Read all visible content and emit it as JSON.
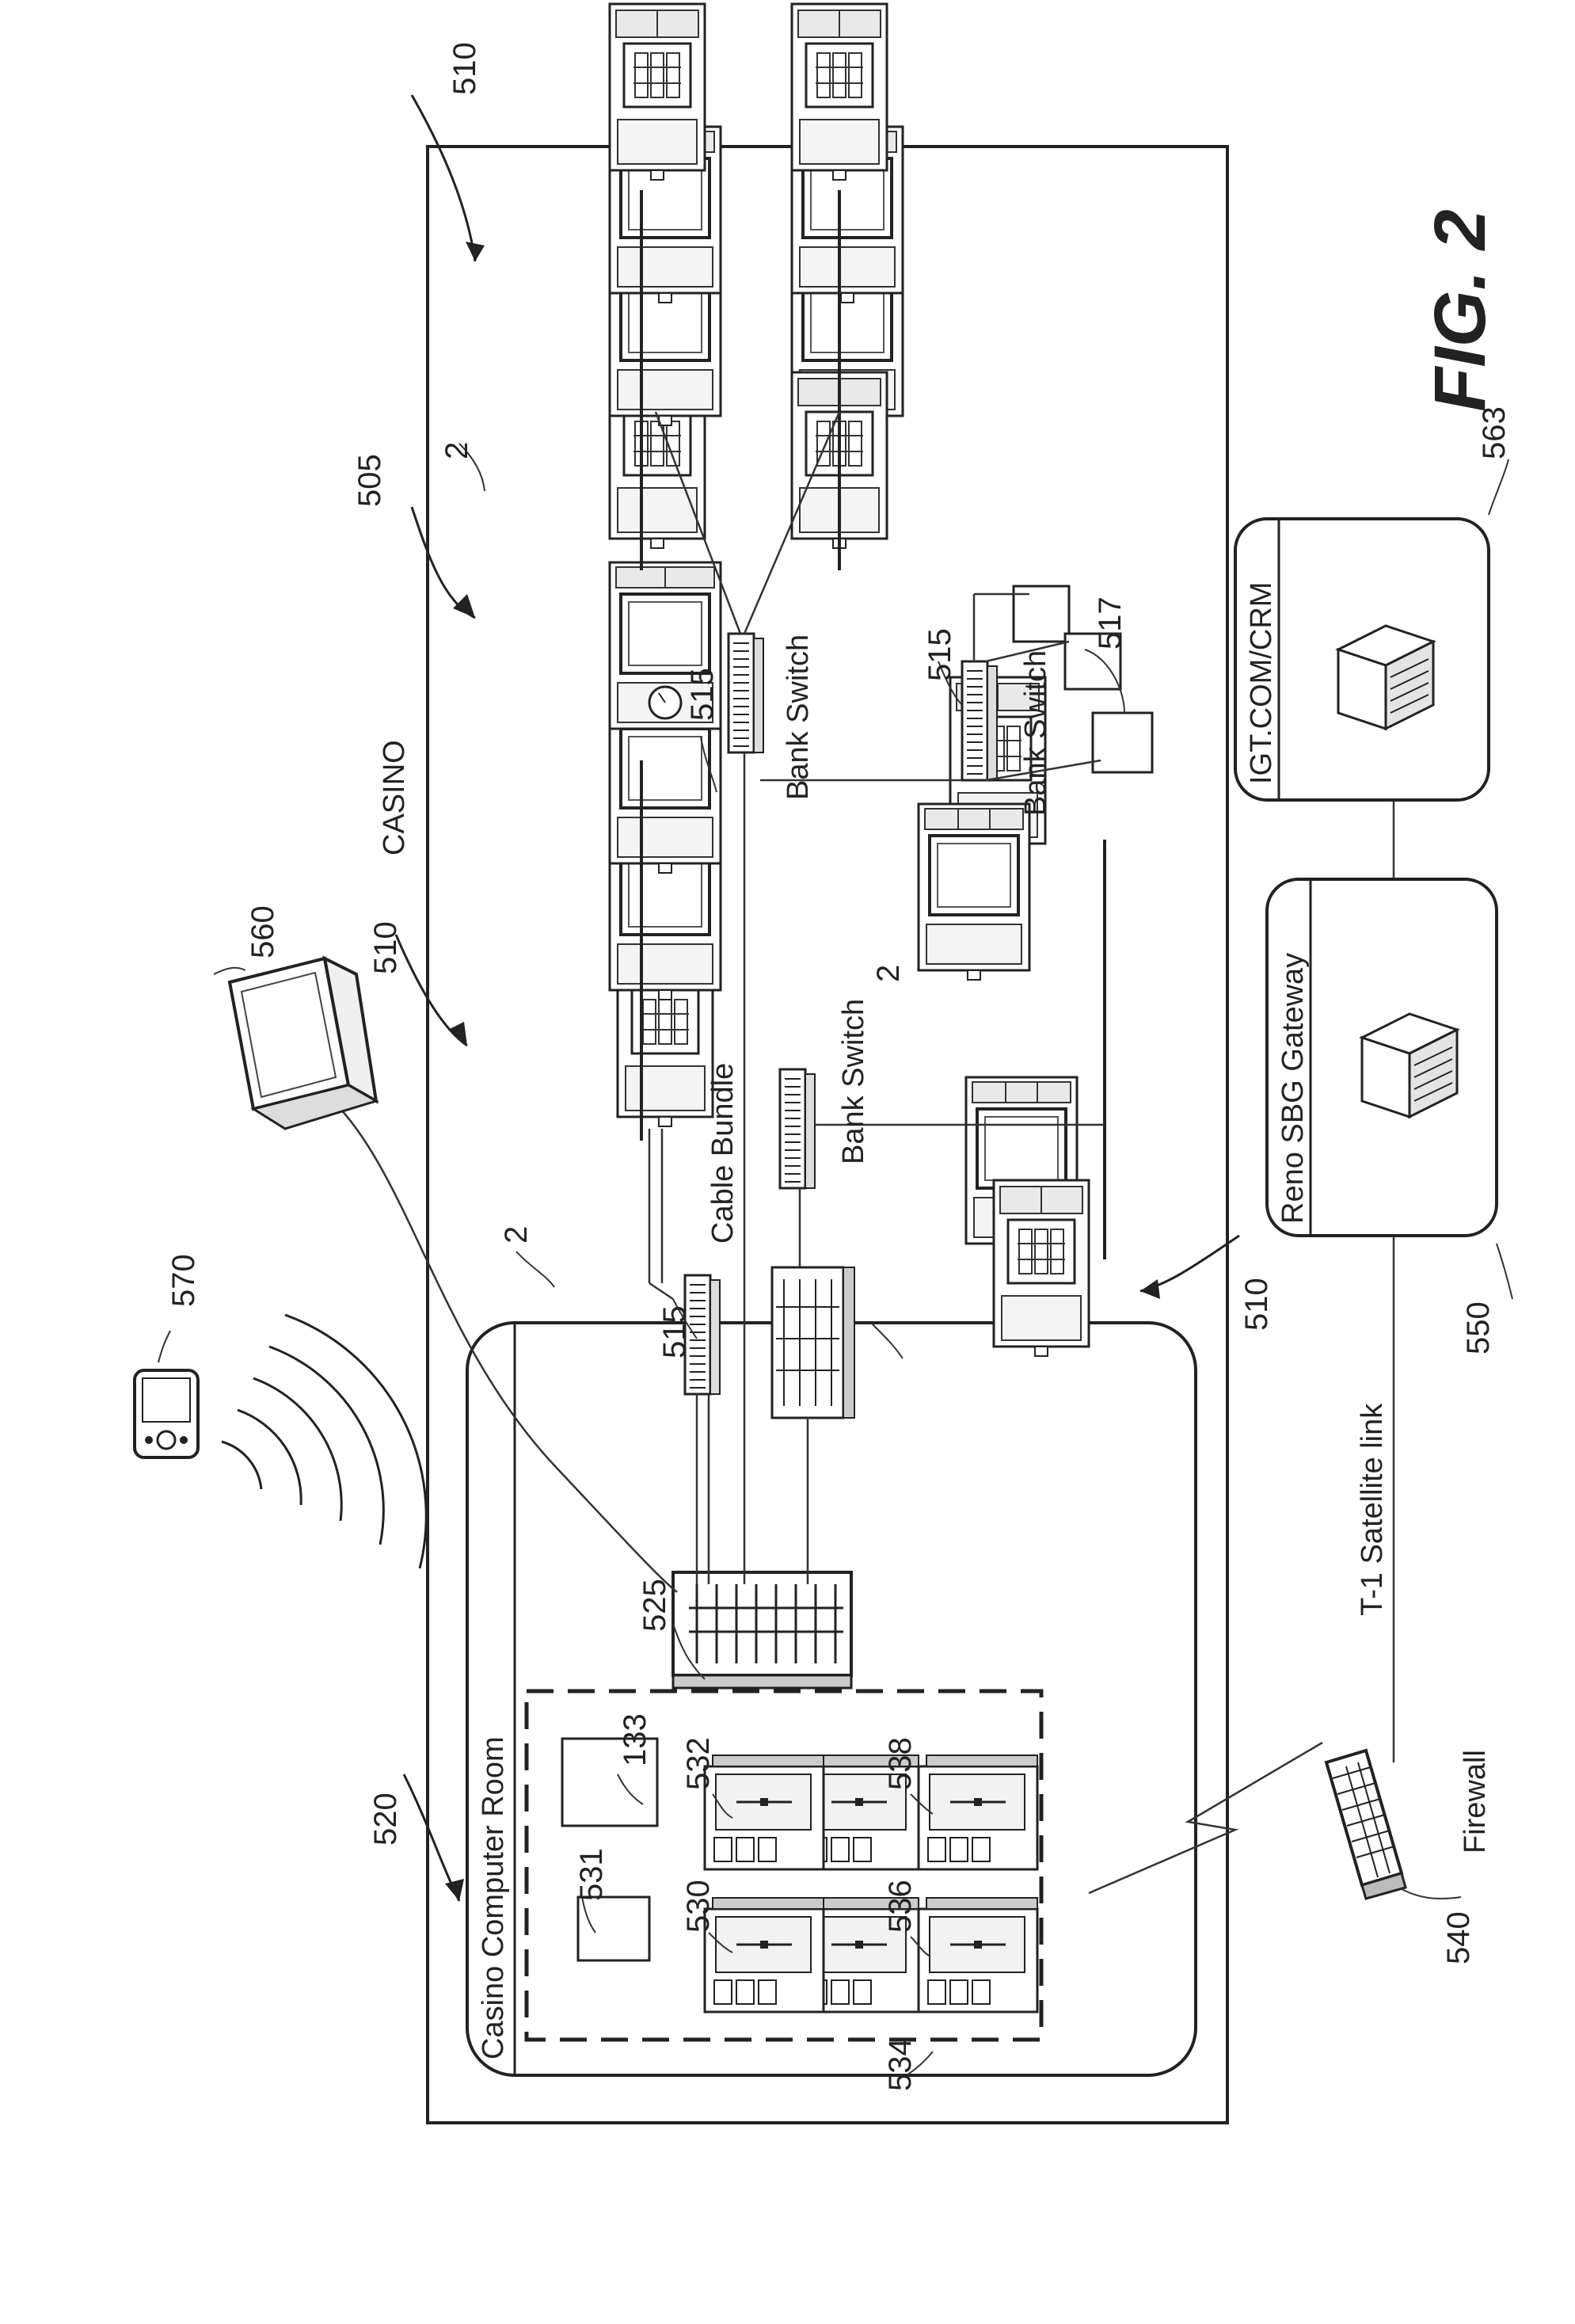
{
  "figure": {
    "title": "FIG. 2",
    "casino_label": "CASINO",
    "computer_room_label": "Casino Computer Room",
    "gateway_label": "Reno SBG Gateway",
    "crm_label": "IGT.COM/CRM",
    "firewall_label": "Firewall",
    "satellite_label": "T-1 Satellite link",
    "cable_bundle_label": "Cable Bundle",
    "bank_switch_label": "Bank Switch"
  },
  "refs": {
    "r510": "510",
    "r505": "505",
    "r2": "2",
    "r515": "515",
    "r517": "517",
    "r520": "520",
    "r525": "525",
    "r530": "530",
    "r531": "531",
    "r532": "532",
    "r133": "133",
    "r534": "534",
    "r536": "536",
    "r538": "538",
    "r540": "540",
    "r550": "550",
    "r560": "560",
    "r563": "563",
    "r570": "570"
  },
  "icons": [
    "gaming-machine-icon",
    "bank-switch-icon",
    "server-icon",
    "laptop-icon",
    "pda-icon",
    "firewall-icon",
    "monitor-icon"
  ]
}
